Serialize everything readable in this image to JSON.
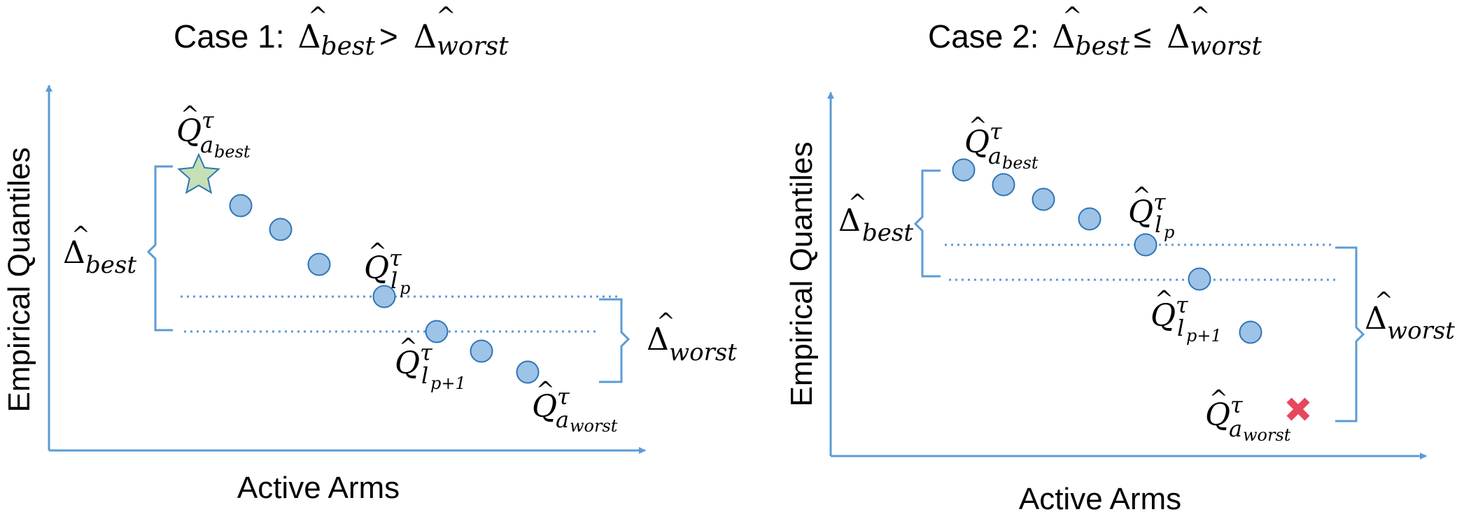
{
  "colors": {
    "axis": "#5b9bd5",
    "point_fill": "#9dc3e6",
    "point_stroke": "#2e75b6",
    "star_fill": "#c5e0b4",
    "cross": "#e8475c",
    "text": "#000000"
  },
  "panels": [
    {
      "title_prefix": "Case 1: ",
      "title_rel": ">",
      "xlabel": "Active Arms",
      "ylabel": "Empirical Quantiles",
      "best_marker": "star",
      "worst_marker": "none"
    },
    {
      "title_prefix": "Case 2: ",
      "title_rel": "≤",
      "xlabel": "Active Arms",
      "ylabel": "Empirical Quantiles",
      "best_marker": "circle",
      "worst_marker": "cross"
    }
  ],
  "symbols": {
    "delta": "Δ",
    "hat": "^",
    "Q": "Q",
    "tau": "τ",
    "a": "a",
    "l": "l",
    "p": "p",
    "p_plus_1": "p+1",
    "best": "best",
    "worst": "worst"
  }
}
